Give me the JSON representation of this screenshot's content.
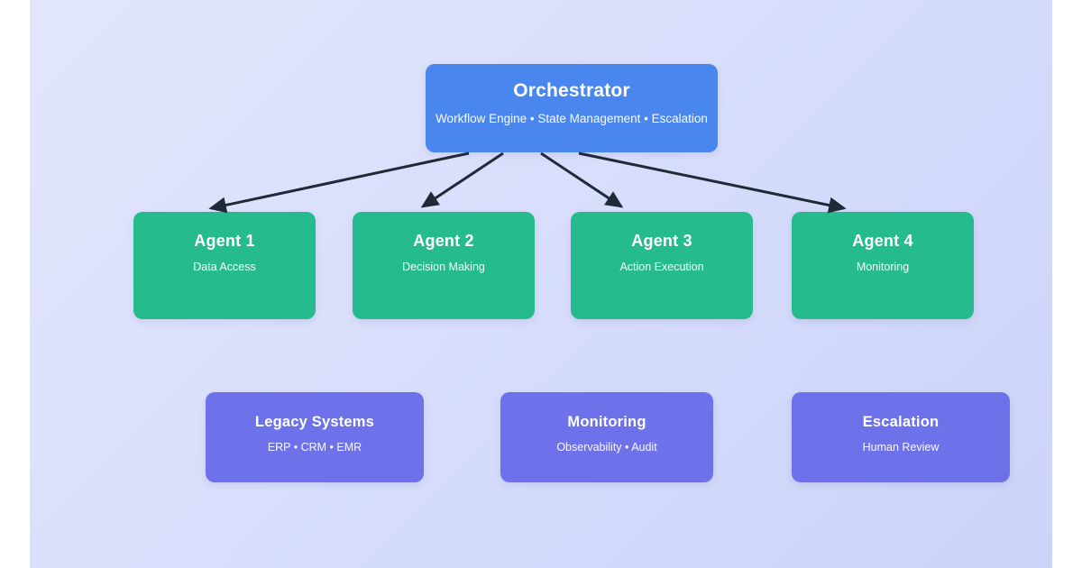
{
  "diagram": {
    "orchestrator": {
      "title": "Orchestrator",
      "subtitle": "Workflow Engine • State Management • Escalation",
      "color": "#4987ef"
    },
    "agents": [
      {
        "title": "Agent 1",
        "subtitle": "Data Access"
      },
      {
        "title": "Agent 2",
        "subtitle": "Decision Making"
      },
      {
        "title": "Agent 3",
        "subtitle": "Action Execution"
      },
      {
        "title": "Agent 4",
        "subtitle": "Monitoring"
      }
    ],
    "agent_color": "#26bb8c",
    "support_nodes": [
      {
        "title": "Legacy Systems",
        "subtitle": "ERP • CRM • EMR"
      },
      {
        "title": "Monitoring",
        "subtitle": "Observability • Audit"
      },
      {
        "title": "Escalation",
        "subtitle": "Human Review"
      }
    ],
    "support_color": "#6d72eb",
    "arrow_color": "#1f2a37",
    "background_color": "#d6dcfa"
  }
}
